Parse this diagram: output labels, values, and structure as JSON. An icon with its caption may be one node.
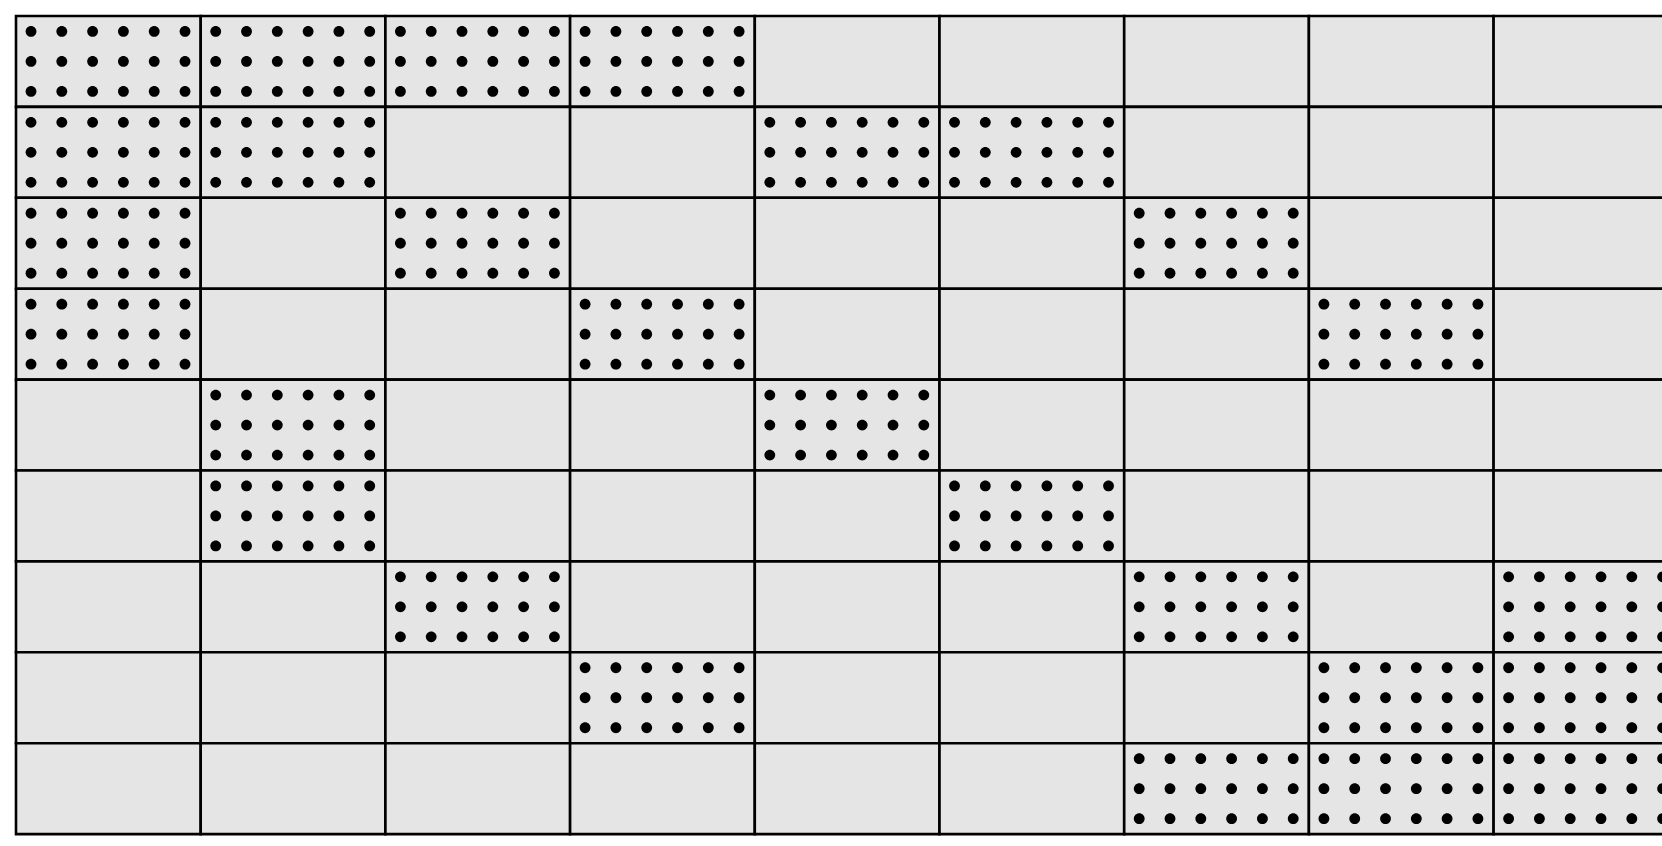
{
  "diagram": {
    "nodes": [
      {
        "text": [],
        "shape": "dots"
      },
      {
        "text": [],
        "shape": "dots"
      },
      {
        "text": [],
        "shape": "dots"
      },
      {
        "text": [],
        "shape": "dots"
      },
      {
        "text": [],
        "shape": "box"
      },
      {
        "text": [],
        "shape": "box"
      },
      {
        "text": [],
        "shape": "box"
      },
      {
        "text": [],
        "shape": "box"
      },
      {
        "text": [],
        "shape": "box"
      },
      {
        "text": [],
        "shape": "dots"
      },
      {
        "text": [],
        "shape": "dots"
      },
      {
        "text": [],
        "shape": "box"
      },
      {
        "text": [],
        "shape": "box"
      },
      {
        "text": [],
        "shape": "dots"
      },
      {
        "text": [],
        "shape": "dots"
      },
      {
        "text": [],
        "shape": "box"
      },
      {
        "text": [],
        "shape": "box"
      },
      {
        "text": [],
        "shape": "box"
      },
      {
        "text": [],
        "shape": "dots"
      },
      {
        "text": [],
        "shape": "box"
      },
      {
        "text": [],
        "shape": "dots"
      },
      {
        "text": [],
        "shape": "box"
      },
      {
        "text": [],
        "shape": "box"
      },
      {
        "text": [],
        "shape": "box"
      },
      {
        "text": [],
        "shape": "dots"
      },
      {
        "text": [],
        "shape": "box"
      },
      {
        "text": [],
        "shape": "box"
      },
      {
        "text": [],
        "shape": "dots"
      },
      {
        "text": [],
        "shape": "box"
      },
      {
        "text": [],
        "shape": "box"
      },
      {
        "text": [],
        "shape": "dots"
      },
      {
        "text": [],
        "shape": "box"
      },
      {
        "text": [],
        "shape": "box"
      },
      {
        "text": [],
        "shape": "box"
      },
      {
        "text": [],
        "shape": "dots"
      },
      {
        "text": [],
        "shape": "box"
      },
      {
        "text": [],
        "shape": "box"
      },
      {
        "text": [],
        "shape": "dots"
      },
      {
        "text": [],
        "shape": "box"
      },
      {
        "text": [],
        "shape": "box"
      },
      {
        "text": [],
        "shape": "dots"
      },
      {
        "text": [],
        "shape": "box"
      },
      {
        "text": [],
        "shape": "box"
      },
      {
        "text": [],
        "shape": "box"
      },
      {
        "text": [],
        "shape": "box"
      },
      {
        "text": [],
        "shape": "box"
      },
      {
        "text": [],
        "shape": "dots"
      },
      {
        "text": [],
        "shape": "box"
      },
      {
        "text": [],
        "shape": "box"
      },
      {
        "text": [],
        "shape": "box"
      },
      {
        "text": [],
        "shape": "dots"
      },
      {
        "text": [],
        "shape": "box"
      },
      {
        "text": [],
        "shape": "box"
      },
      {
        "text": [],
        "shape": "box"
      },
      {
        "text": [],
        "shape": "box"
      },
      {
        "text": [],
        "shape": "box"
      },
      {
        "text": [],
        "shape": "dots"
      },
      {
        "text": [],
        "shape": "box"
      },
      {
        "text": [],
        "shape": "box"
      },
      {
        "text": [],
        "shape": "box"
      },
      {
        "text": [],
        "shape": "dots"
      },
      {
        "text": [],
        "shape": "box"
      },
      {
        "text": [],
        "shape": "dots"
      },
      {
        "text": [],
        "shape": "box"
      },
      {
        "text": [],
        "shape": "box"
      },
      {
        "text": [],
        "shape": "box"
      },
      {
        "text": [],
        "shape": "dots"
      },
      {
        "text": [],
        "shape": "box"
      },
      {
        "text": [],
        "shape": "box"
      },
      {
        "text": [],
        "shape": "box"
      },
      {
        "text": [],
        "shape": "dots"
      },
      {
        "text": [],
        "shape": "dots"
      },
      {
        "text": [],
        "shape": "box"
      },
      {
        "text": [],
        "shape": "box"
      },
      {
        "text": [],
        "shape": "box"
      },
      {
        "text": [],
        "shape": "box"
      },
      {
        "text": [],
        "shape": "box"
      },
      {
        "text": [],
        "shape": "box"
      },
      {
        "text": [],
        "shape": "dots"
      },
      {
        "text": [],
        "shape": "dots"
      },
      {
        "text": [],
        "shape": "dots"
      }
    ]
  }
}
